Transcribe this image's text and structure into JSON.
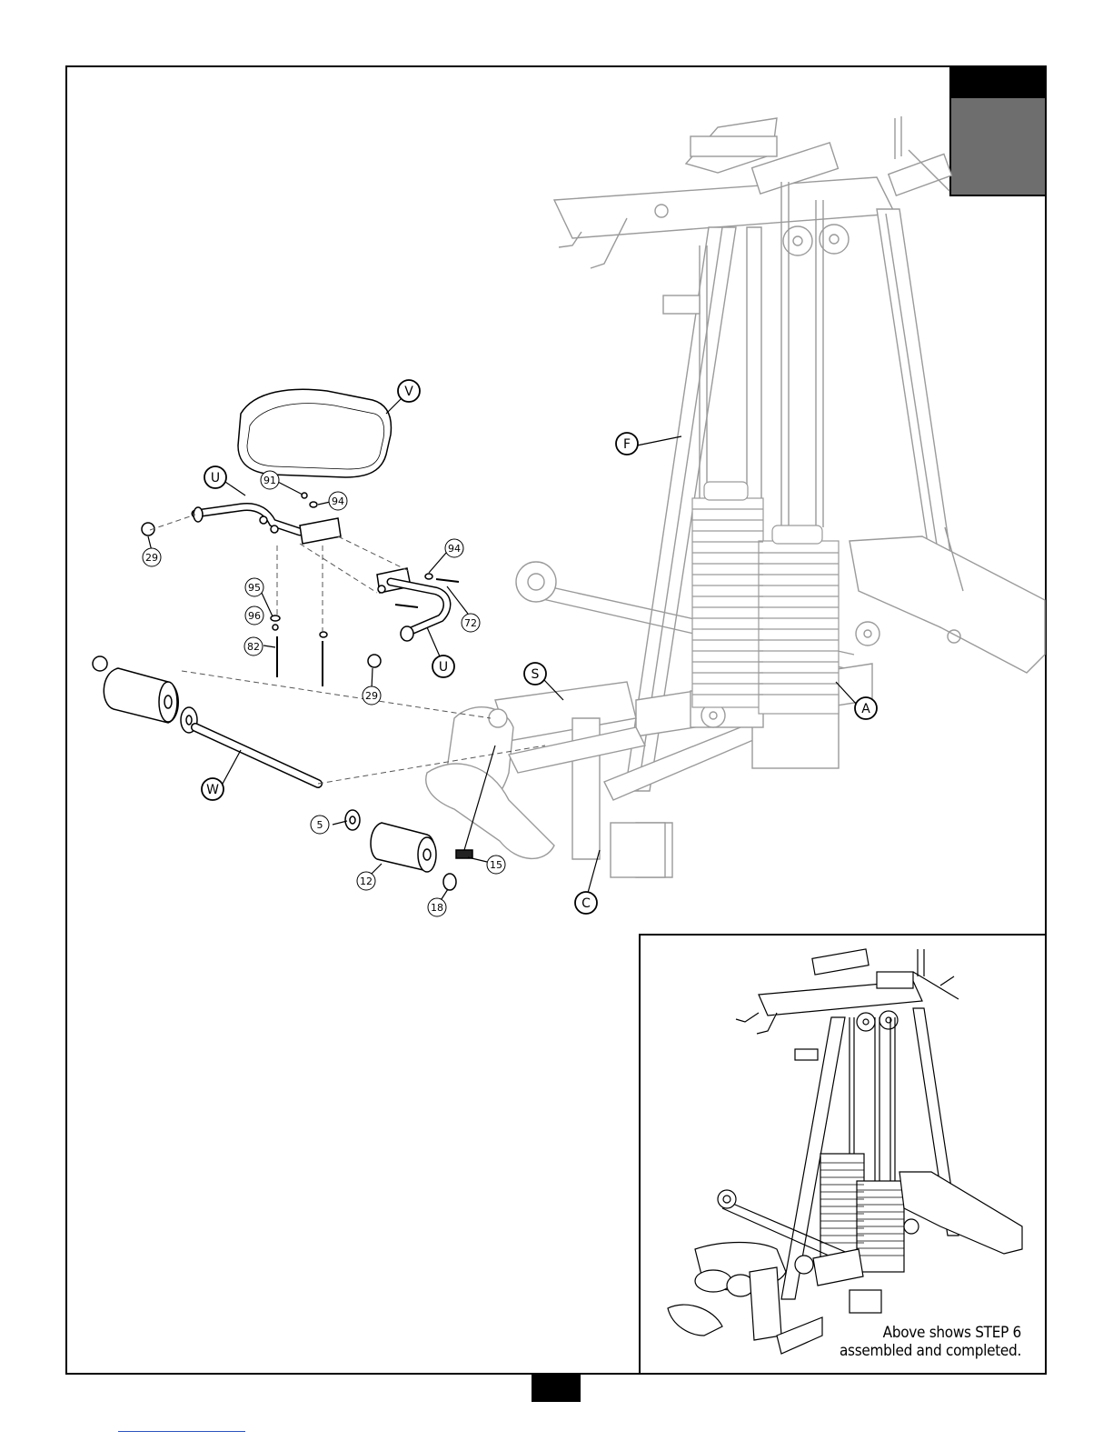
{
  "labels": {
    "V": "V",
    "U_top": "U",
    "U_lower": "U",
    "F": "F",
    "S": "S",
    "A": "A",
    "W": "W",
    "C": "C",
    "p91": "91",
    "p94_top": "94",
    "p29_left": "29",
    "p94_mid": "94",
    "p95": "95",
    "p96": "96",
    "p72": "72",
    "p82": "82",
    "p29_lower": "29",
    "p5": "5",
    "p12": "12",
    "p15": "15",
    "p18": "18"
  },
  "inset": {
    "caption_line1": "Above shows STEP 6",
    "caption_line2": "assembled and completed."
  }
}
